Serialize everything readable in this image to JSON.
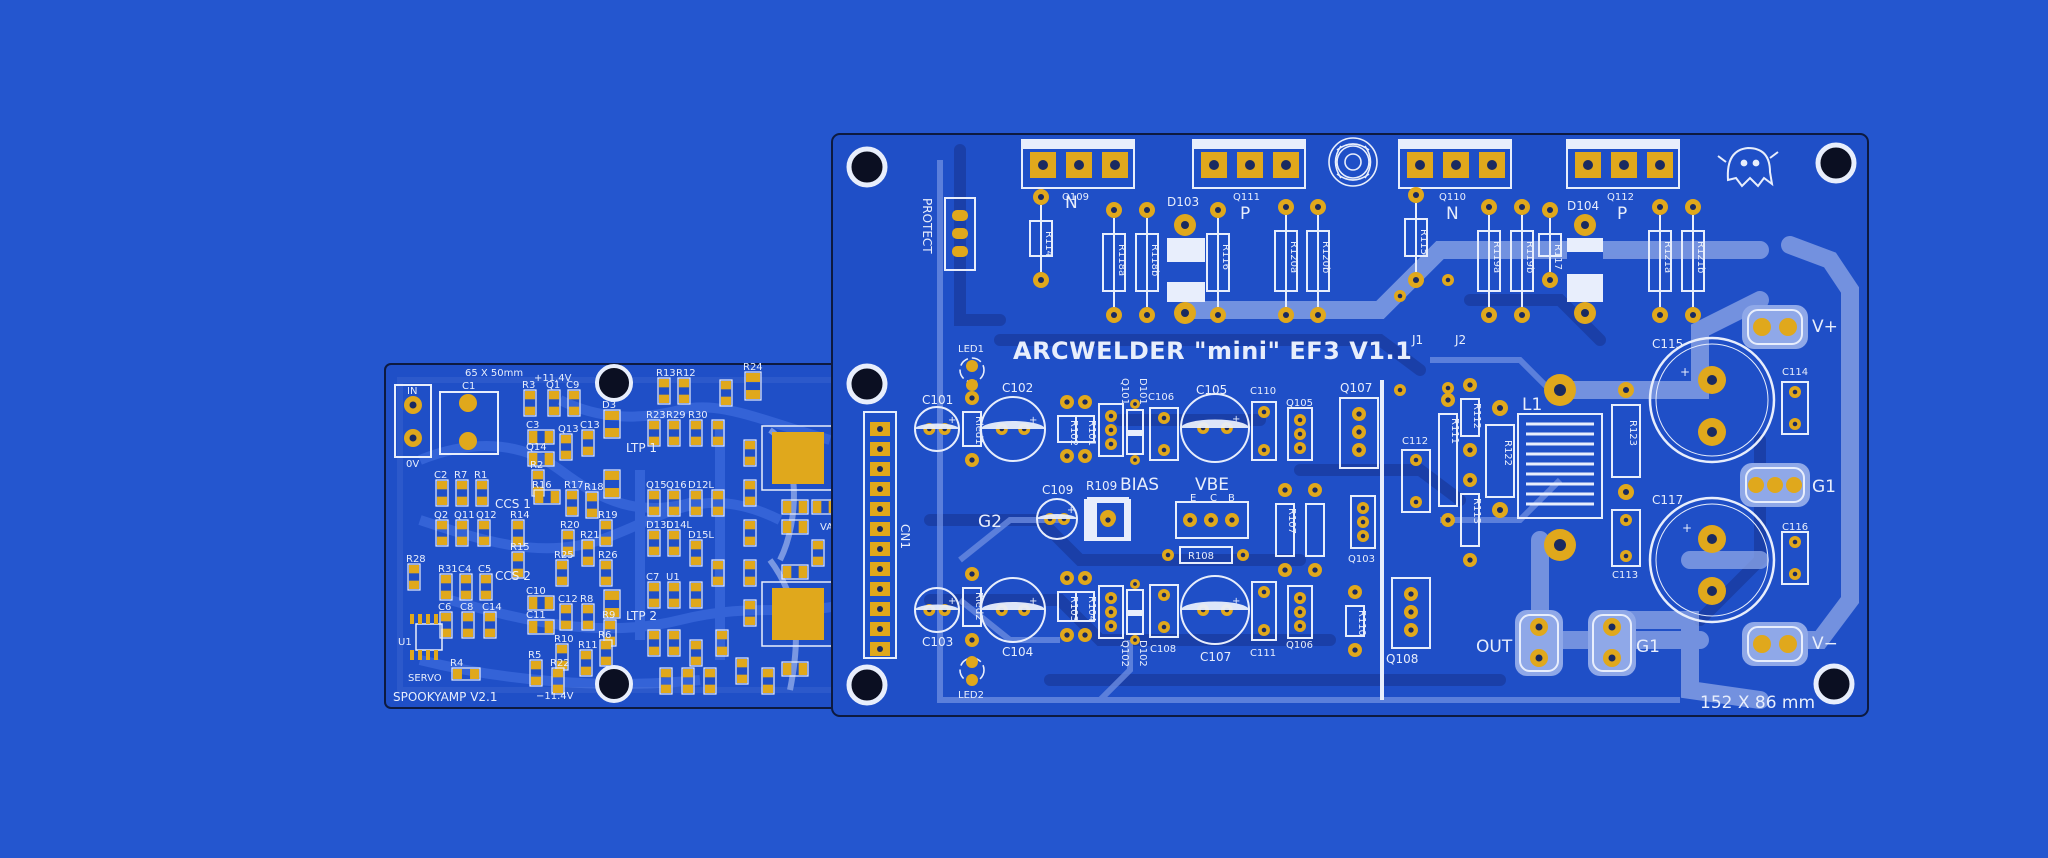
{
  "colors": {
    "background": "#2456cf",
    "board": "#1f4fc7",
    "trace": "#1a3fa8",
    "copper_fill": "#2a5ad8",
    "silkscreen": "#e8eefc",
    "pad": "#e0a81c",
    "wide_trace": "#8fa8e8"
  },
  "main_board": {
    "title": "ARCWELDER \"mini\"  EF3 V1.1",
    "dimensions": "152 X 86 mm",
    "protect_label": "PROTECT",
    "labels": {
      "n1": "N",
      "p1": "P",
      "n2": "N",
      "p2": "P",
      "bias": "BIAS",
      "vbe": "VBE",
      "vplus": "V+",
      "vminus": "V−",
      "g1": "G1",
      "g1b": "G1",
      "g2": "G2",
      "out": "OUT",
      "cn1": "CN1",
      "j1": "J1",
      "j2": "J2",
      "l1": "L1",
      "led1": "LED1",
      "led2": "LED2",
      "ecb_e": "E",
      "ecb_c": "C",
      "ecb_b": "B"
    },
    "refdes": {
      "q109": "Q109",
      "q111": "Q111",
      "q110": "Q110",
      "q112": "Q112",
      "d103": "D103",
      "d104": "D104",
      "r114": "R114",
      "r118a": "R118a",
      "r118b": "R118b",
      "r116": "R116",
      "r120a": "R120a",
      "r120b": "R120b",
      "r115": "R115",
      "r119a": "R119a",
      "r119b": "R119b",
      "r117": "R117",
      "r121a": "R121a",
      "r121b": "R121b",
      "c101": "C101",
      "c102": "C102",
      "c103": "C103",
      "c104": "C104",
      "c105": "C105",
      "c106": "C106",
      "c107": "C107",
      "c108": "C108",
      "c109": "C109",
      "c110": "C110",
      "c111": "C111",
      "c112": "C112",
      "c113": "C113",
      "c114": "C114",
      "c115": "C115",
      "c116": "C116",
      "c117": "C117",
      "r101": "R101",
      "r102": "R102",
      "r103": "R103",
      "r104": "R104",
      "r107": "R107",
      "r108": "R108",
      "r109": "R109",
      "r110": "R110",
      "r111": "R111",
      "r112": "R112",
      "r113": "R113",
      "r122": "R122",
      "r123": "R123",
      "rled1": "Rled1",
      "rled2": "Rled2",
      "q101": "Q101",
      "q102": "Q102",
      "q103": "Q103",
      "q105": "Q105",
      "q106": "Q106",
      "q107": "Q107",
      "q108": "Q108",
      "d101": "D101",
      "d102": "D102"
    }
  },
  "small_board": {
    "title": "SPOOKYAMP V2.1",
    "dimensions": "65 X 50mm",
    "plus_rail": "+11.4V",
    "minus_rail": "−11.4V",
    "labels": {
      "in": "IN",
      "zero_v": "0V",
      "c1": "C1",
      "ccs1": "CCS 1",
      "ccs2": "CCS 2",
      "ltp1": "LTP 1",
      "ltp2": "LTP 2",
      "servo": "SERVO",
      "u1": "U1",
      "vas": "VAS"
    },
    "refdes": [
      "R3",
      "Q1",
      "C9",
      "D3",
      "R13",
      "R12",
      "R24",
      "C3",
      "Q14",
      "Q13",
      "C13",
      "R2",
      "C2",
      "R7",
      "R1",
      "Q2",
      "Q11",
      "Q12",
      "R14",
      "R15",
      "R16",
      "R17",
      "R18",
      "R19",
      "R20",
      "R21",
      "R25",
      "R26",
      "R28",
      "R31",
      "C4",
      "C5",
      "C6",
      "C8",
      "C14",
      "C10",
      "C11",
      "C12",
      "R8",
      "R9",
      "R10",
      "R11",
      "R6",
      "R4",
      "R5",
      "R22",
      "R23",
      "R29",
      "R30",
      "Q15",
      "Q16",
      "D12L",
      "D13L",
      "D14L",
      "D15L",
      "C7",
      "U1"
    ]
  }
}
